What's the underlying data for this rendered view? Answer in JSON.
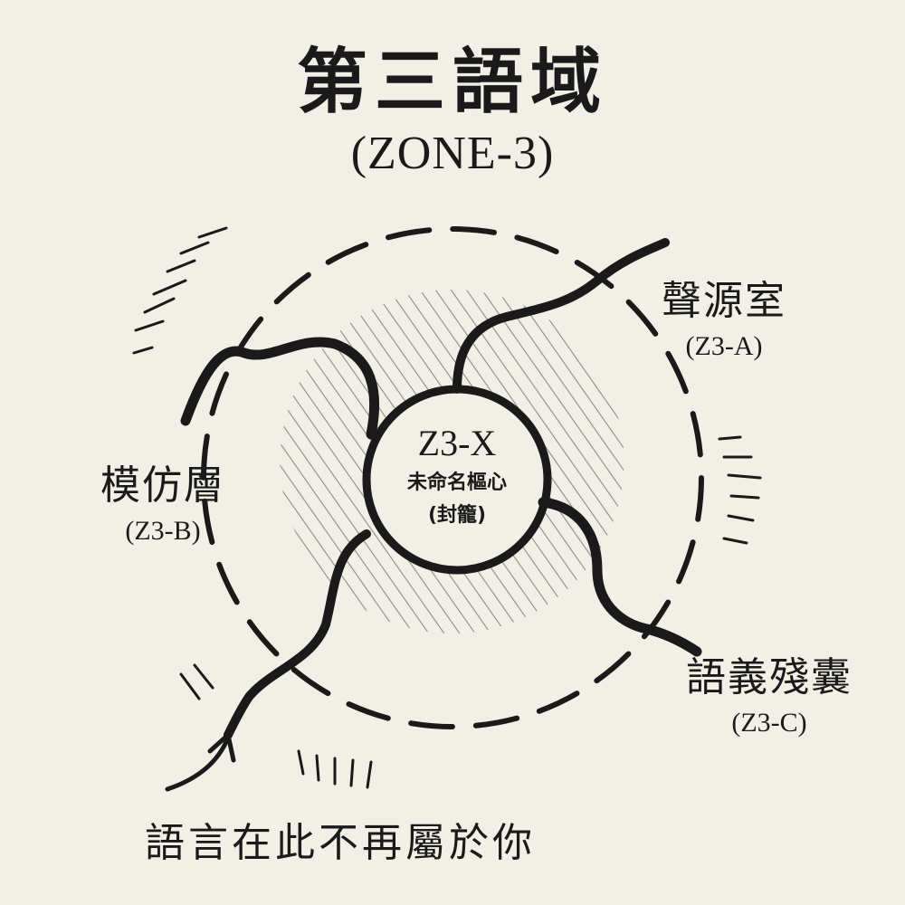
{
  "title": "第三語域",
  "subtitle": "(ZONE-3)",
  "zones": [
    {
      "name": "聲源室",
      "code": "(Z3-A)"
    },
    {
      "name": "模仿層",
      "code": "(Z3-B)"
    },
    {
      "name": "語義殘囊",
      "code": "(Z3-C)"
    }
  ],
  "core": {
    "code": "Z3-X",
    "name": "未命名樞心",
    "status": "(封籠)"
  },
  "footer": "語言在此不再屬於你",
  "colors": {
    "background": "#f1efe6",
    "ink": "#1a1a1a",
    "hatch": "#7a7a74"
  },
  "icons": [
    "arrow-icon"
  ]
}
